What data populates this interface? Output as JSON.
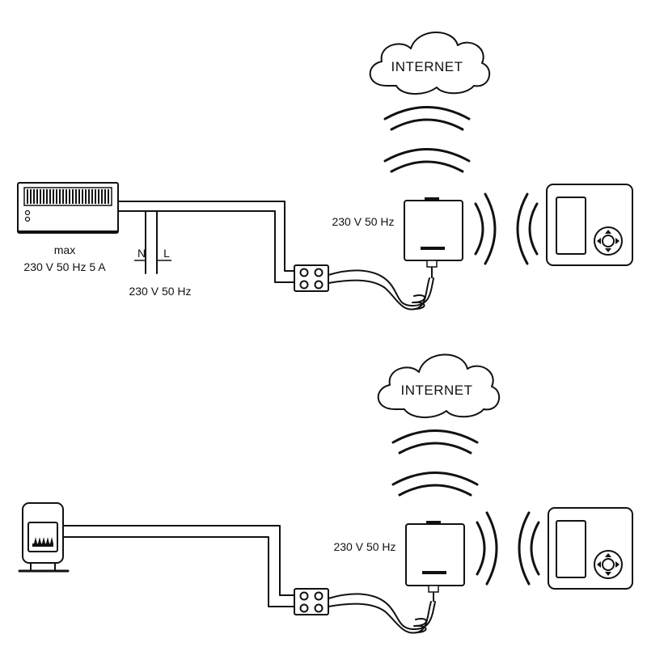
{
  "top": {
    "cloud_label": "INTERNET",
    "receiver_voltage": "230 V 50 Hz",
    "heater_max_label": "max",
    "heater_rating": "230 V 50 Hz 5 A",
    "terminal_n": "N",
    "terminal_l": "L",
    "mains_voltage": "230 V 50 Hz"
  },
  "bottom": {
    "cloud_label": "INTERNET",
    "receiver_voltage": "230 V 50 Hz"
  },
  "icons": [
    "electric-heater-icon",
    "gas-boiler-icon",
    "cloud-icon",
    "wifi-signal-icon",
    "wall-receiver-icon",
    "thermostat-icon",
    "terminal-block-icon"
  ]
}
